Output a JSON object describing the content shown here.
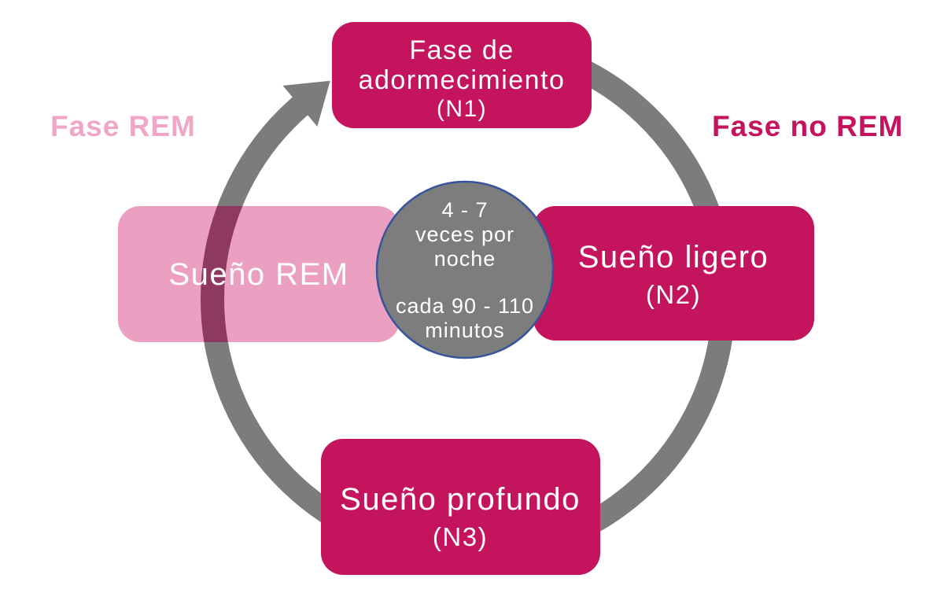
{
  "diagram": {
    "center_circle": {
      "lines": [
        "4 - 7",
        "veces por",
        "noche",
        "cada 90 - 110",
        "minutos"
      ]
    },
    "stages": {
      "n1": {
        "line1": "Fase de",
        "line2": "adormecimiento",
        "code": "(N1)"
      },
      "n2": {
        "name": "Sueño ligero",
        "code": "(N2)"
      },
      "n3": {
        "name": "Sueño profundo",
        "code": "(N3)"
      },
      "rem": {
        "name": "Sueño REM"
      }
    },
    "labels": {
      "rem_phase": "Fase REM",
      "non_rem_phase": "Fase no REM"
    },
    "colors": {
      "crimson": "#C4145E",
      "pink_box": "#EB9FC1",
      "pink_label": "#F0A6C7",
      "ring_gray": "#7C7C7C",
      "circle_gray": "#7D7D7D",
      "circle_border": "#36549B",
      "ring_over_pink": "#8E3A60",
      "text_white": "#FFFFFF"
    }
  }
}
